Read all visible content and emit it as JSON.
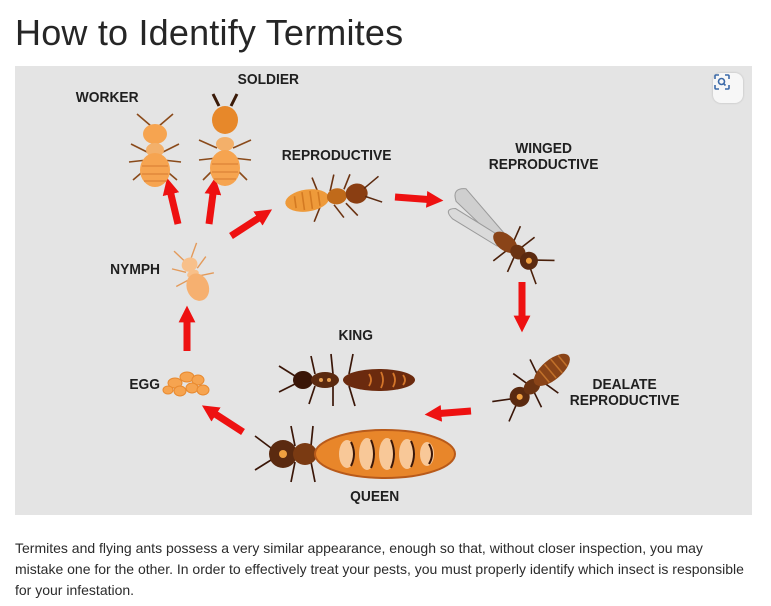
{
  "page": {
    "title": "How to Identify Termites",
    "paragraph": "Termites and flying ants possess a very similar appearance, enough so that, without closer inspection, you may mistake one for the other. In order to effectively treat your pests, you must properly identify which insect is responsible for your infestation."
  },
  "figure": {
    "lens_icon": "visual-search-icon",
    "labels": {
      "worker": "WORKER",
      "soldier": "SOLDIER",
      "reproductive": "REPRODUCTIVE",
      "winged": "WINGED\nREPRODUCTIVE",
      "nymph": "NYMPH",
      "king": "KING",
      "egg": "EGG",
      "dealate": "DEALATE\nREPRODUCTIVE",
      "queen": "QUEEN"
    },
    "colors": {
      "background": "#e4e4e4",
      "arrow": "#ee1111",
      "light_orange": "#f6a450",
      "orange": "#e8862a",
      "dark_brown": "#5b2a10"
    }
  }
}
